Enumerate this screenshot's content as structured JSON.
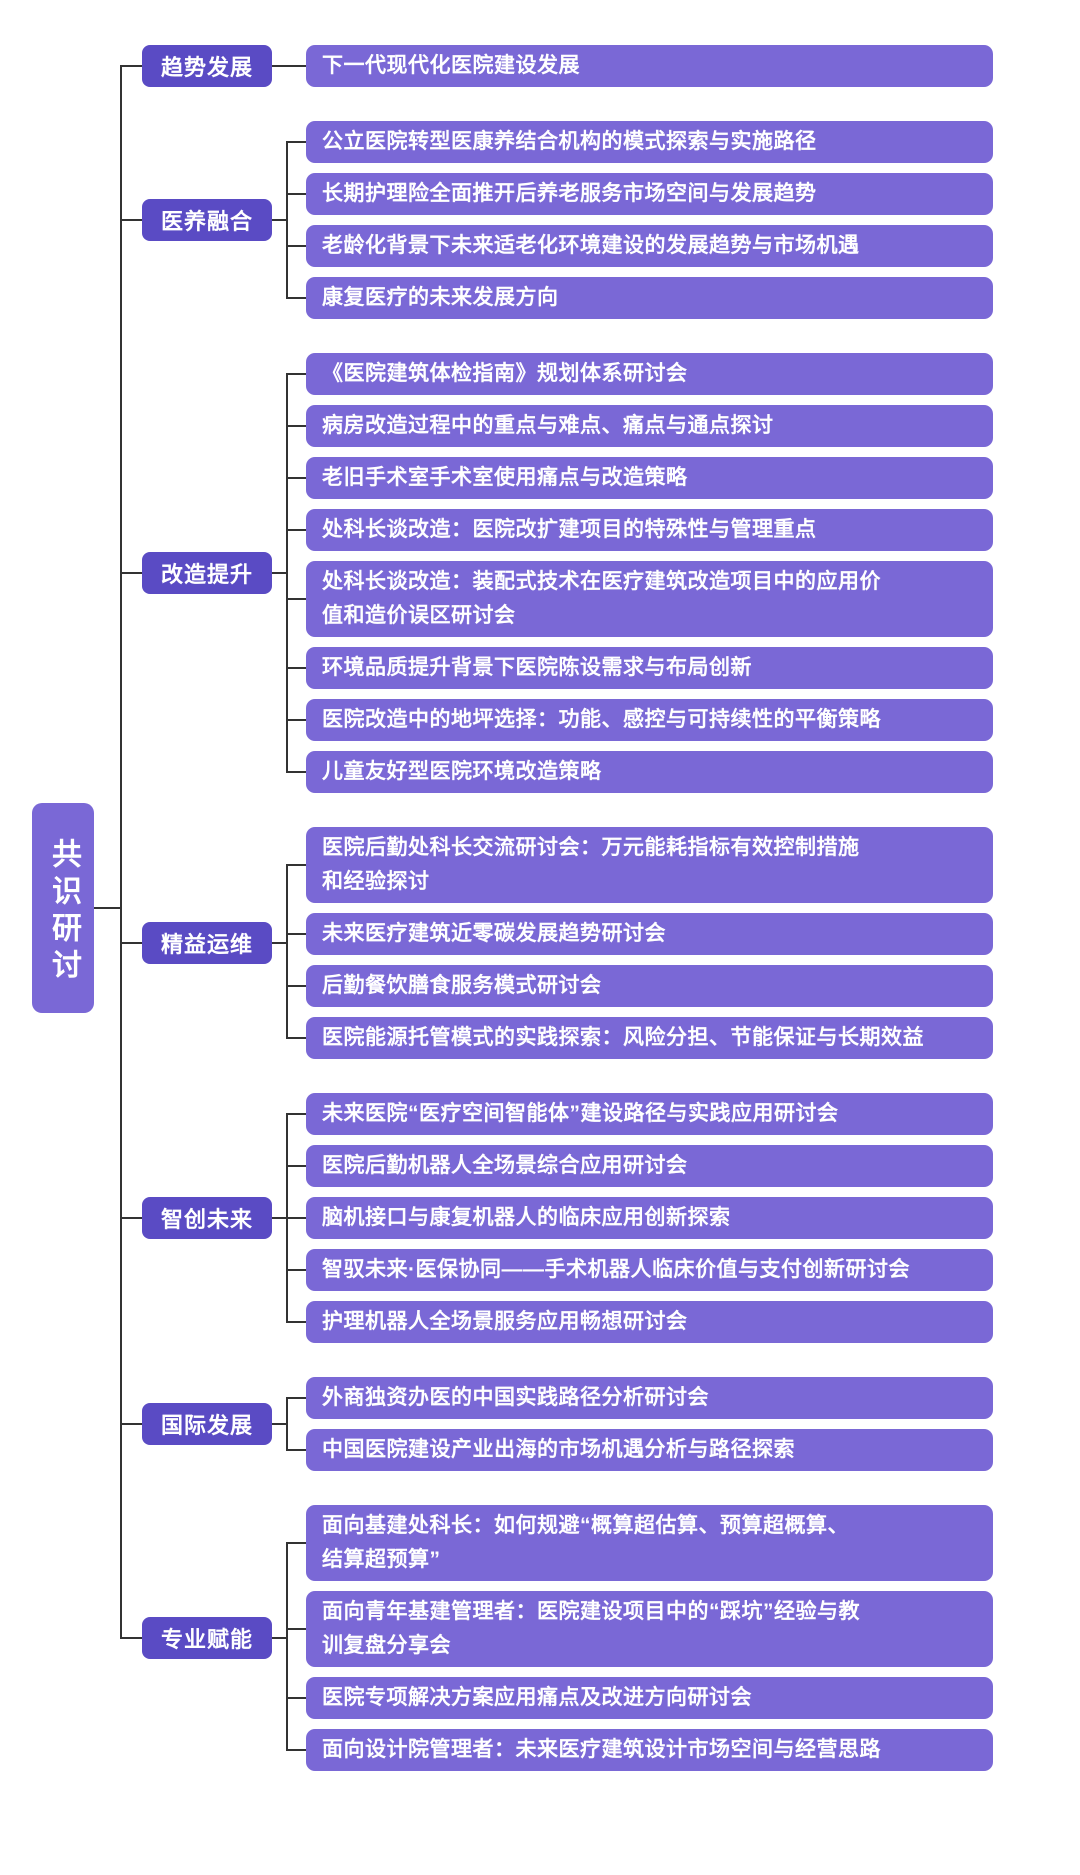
{
  "root": {
    "label": "共识研讨"
  },
  "colors": {
    "root_bg": "#7a68d6",
    "category_bg": "#5a4bc4",
    "leaf_bg": "#7a68d6",
    "line": "#333333",
    "text": "#ffffff",
    "background": "#ffffff"
  },
  "groups": [
    {
      "label": "趋势发展",
      "items": [
        "下一代现代化医院建设发展"
      ]
    },
    {
      "label": "医养融合",
      "items": [
        "公立医院转型医康养结合机构的模式探索与实施路径",
        "长期护理险全面推开后养老服务市场空间与发展趋势",
        "老龄化背景下未来适老化环境建设的发展趋势与市场机遇",
        "康复医疗的未来发展方向"
      ]
    },
    {
      "label": "改造提升",
      "items": [
        "《医院建筑体检指南》规划体系研讨会",
        "病房改造过程中的重点与难点、痛点与通点探讨",
        "老旧手术室手术室使用痛点与改造策略",
        "处科长谈改造：医院改扩建项目的特殊性与管理重点",
        "处科长谈改造：装配式技术在医疗建筑改造项目中的应用价\n值和造价误区研讨会",
        "环境品质提升背景下医院陈设需求与布局创新",
        "医院改造中的地坪选择：功能、感控与可持续性的平衡策略",
        "儿童友好型医院环境改造策略"
      ]
    },
    {
      "label": "精益运维",
      "items": [
        "医院后勤处科长交流研讨会：万元能耗指标有效控制措施\n和经验探讨",
        "未来医疗建筑近零碳发展趋势研讨会",
        "后勤餐饮膳食服务模式研讨会",
        "医院能源托管模式的实践探索：风险分担、节能保证与长期效益"
      ]
    },
    {
      "label": "智创未来",
      "items": [
        "未来医院“医疗空间智能体”建设路径与实践应用研讨会",
        "医院后勤机器人全场景综合应用研讨会",
        "脑机接口与康复机器人的临床应用创新探索",
        "智驭未来·医保协同——手术机器人临床价值与支付创新研讨会",
        "护理机器人全场景服务应用畅想研讨会"
      ]
    },
    {
      "label": "国际发展",
      "items": [
        "外商独资办医的中国实践路径分析研讨会",
        "中国医院建设产业出海的市场机遇分析与路径探索"
      ]
    },
    {
      "label": "专业赋能",
      "items": [
        "面向基建处科长：如何规避“概算超估算、预算超概算、\n结算超预算”",
        "面向青年基建管理者：医院建设项目中的“踩坑”经验与教\n训复盘分享会",
        "医院专项解决方案应用痛点及改进方向研讨会",
        "面向设计院管理者：未来医疗建筑设计市场空间与经营思路"
      ]
    }
  ]
}
